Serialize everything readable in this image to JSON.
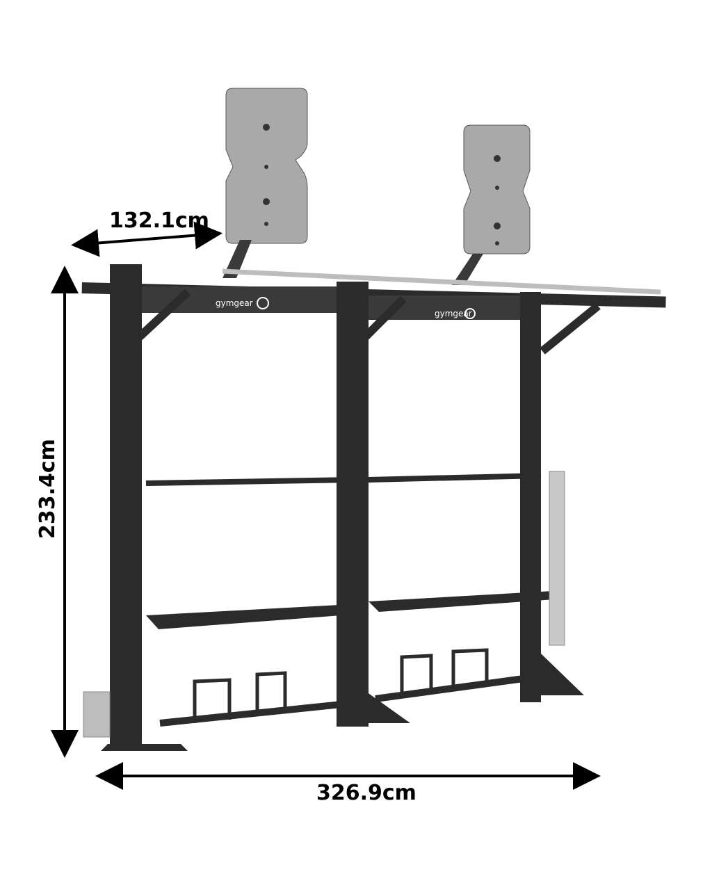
{
  "dimensions": {
    "depth": "132.1cm",
    "height": "233.4cm",
    "width": "326.9cm"
  },
  "brand": {
    "logo_left": "gymgear",
    "logo_right": "gymgear"
  },
  "colors": {
    "frame": "#2b2b2b",
    "plate": "#a9a9a9",
    "accent_metal": "#bdbdbd"
  }
}
